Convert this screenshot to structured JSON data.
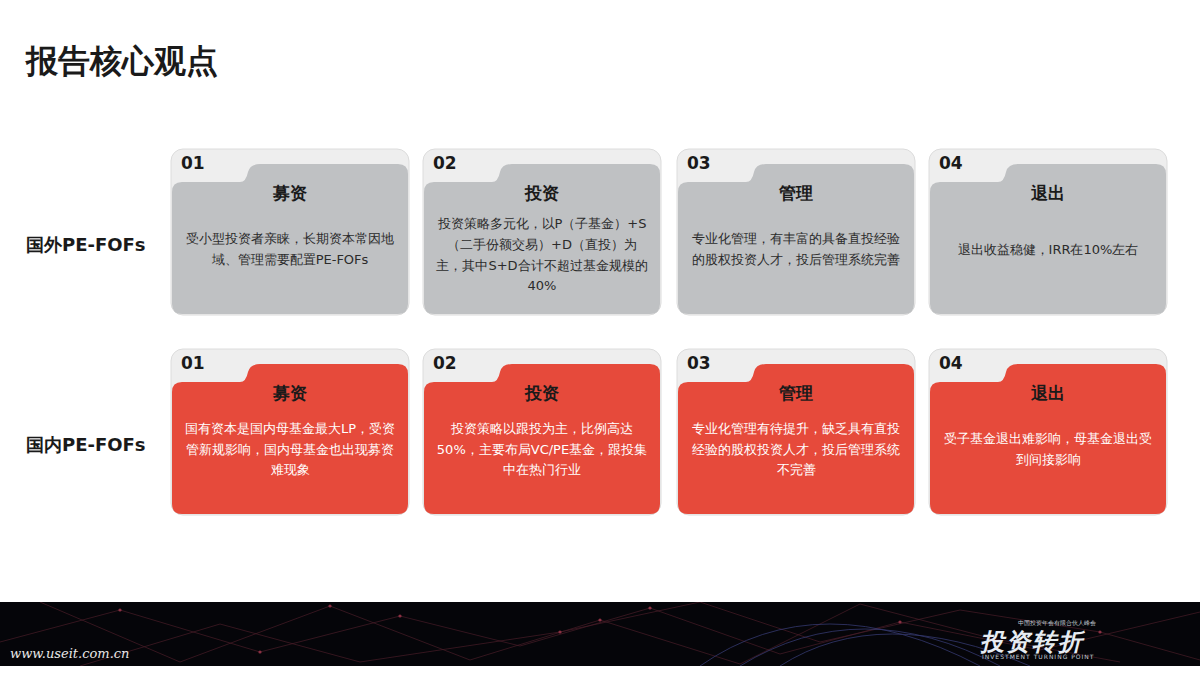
{
  "diagram": {
    "title": "报告核心观点",
    "nodes": [
      {
        "text": [
          "01",
          "募资",
          "受小型投资者亲睐，长期资本常因地域、管理需要配置PE-FOFs"
        ]
      },
      {
        "text": [
          "02",
          "投资",
          "投资策略多元化，以P（子基金）+S（二手份额交易）+D（直投）为主，其中S+D合计不超过基金规模的40%"
        ]
      },
      {
        "text": [
          "03",
          "管理",
          "专业化管理，有丰富的具备直投经验的股权投资人才，投后管理系统完善"
        ]
      },
      {
        "text": [
          "04",
          "退出",
          "退出收益稳健，IRR在10%左右"
        ]
      },
      {
        "text": [
          "01",
          "募资",
          "国有资本是国内母基金最大LP，受资管新规影响，国内母基金也出现募资难现象"
        ]
      },
      {
        "text": [
          "02",
          "投资",
          "投资策略以跟投为主，比例高达50%，主要布局VC/PE基金，跟投集中在热门行业"
        ]
      },
      {
        "text": [
          "03",
          "管理",
          "专业化管理有待提升，缺乏具有直投经验的股权投资人才，投后管理系统不完善"
        ]
      },
      {
        "text": [
          "04",
          "退出",
          "受子基金退出难影响，母基金退出受到间接影响"
        ]
      }
    ],
    "labels": [
      "国外PE-FOFs",
      "国内PE-FOFs",
      "www.useit.com.cn",
      "投资转折",
      "INVESTMENT TURNING POINT",
      "中国投资年会有限合伙人峰会"
    ]
  }
}
